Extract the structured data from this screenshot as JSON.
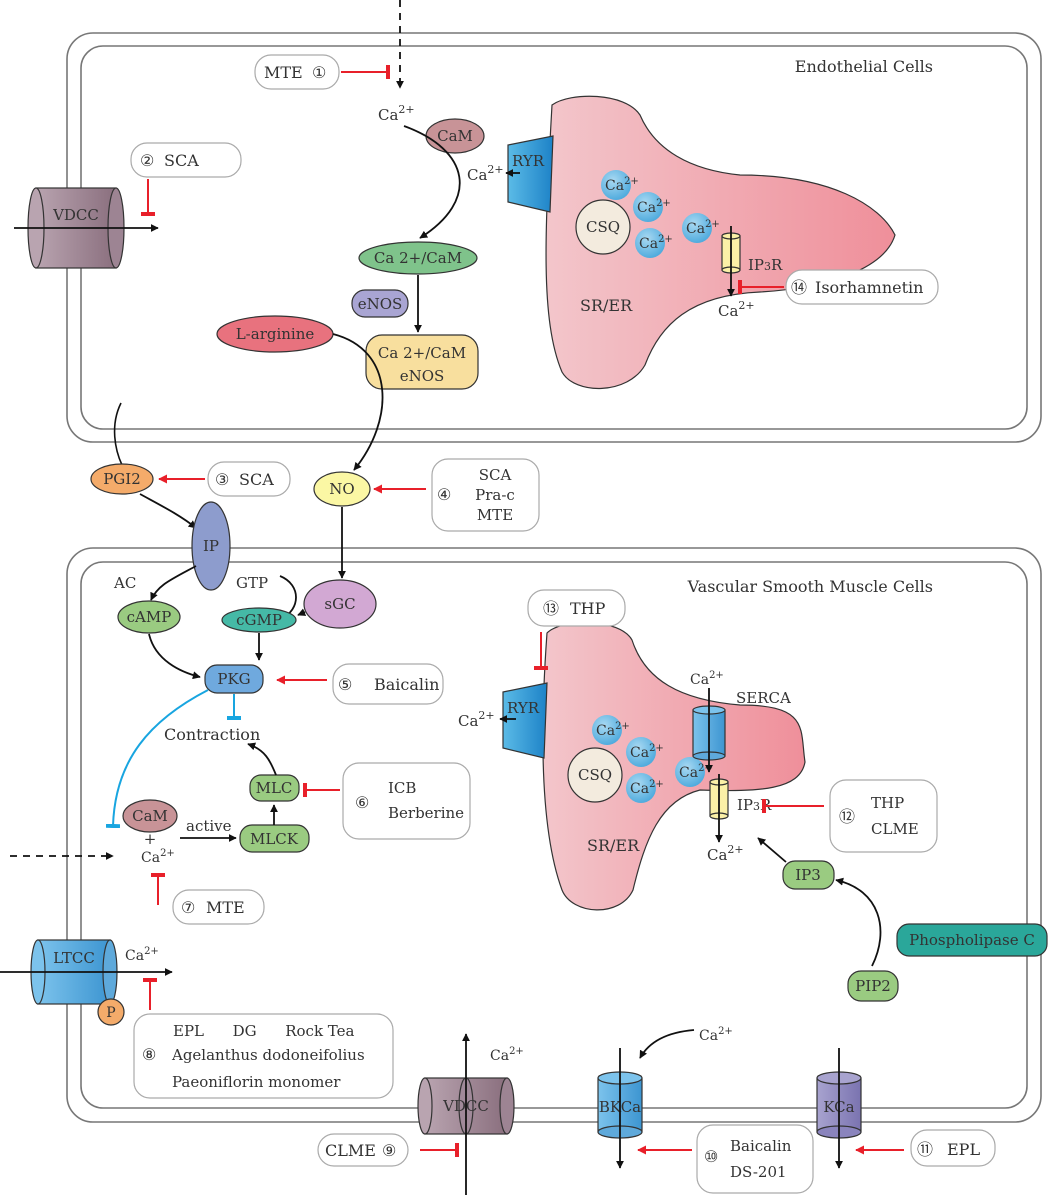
{
  "cells": {
    "endothelial": "Endothelial Cells",
    "smooth_muscle": "Vascular Smooth Muscle Cells"
  },
  "channels": {
    "vdcc_top": "VDCC",
    "ltcc": "LTCC",
    "p": "P",
    "vdcc_bottom": "VDCC",
    "bkca": "BKCa",
    "kca": "KCa",
    "ryr_top": "RYR",
    "ryr_bottom": "RYR",
    "serca": "SERCA"
  },
  "ion": {
    "base": "Ca",
    "charge": "2+"
  },
  "molecules": {
    "cam_top": "CaM",
    "ca_cam": "Ca 2+/CaM",
    "enos": "eNOS",
    "ca_cam_enos_1": "Ca 2+/CaM",
    "ca_cam_enos_2": "eNOS",
    "l_arginine": "L-arginine",
    "csq_top": "CSQ",
    "csq_bottom": "CSQ",
    "sr_er_top": "SR/ER",
    "sr_er_bottom": "SR/ER",
    "ip3r": {
      "main": "IP",
      "sub": "3",
      "end": "R"
    },
    "pgi2": "PGI2",
    "no": "NO",
    "ip": "IP",
    "ac": "AC",
    "gtp": "GTP",
    "camp": "cAMP",
    "cgmp": "cGMP",
    "sgc": "sGC",
    "pkg": "PKG",
    "contraction": "Contraction",
    "mlc": "MLC",
    "mlck": "MLCK",
    "cam_bottom": "CaM",
    "plus": "+",
    "active": "active",
    "ip3": "IP3",
    "phospholipase_c": "Phospholipase C",
    "pip2": "PIP2"
  },
  "drugs": {
    "d1": {
      "num": "①",
      "text": "MTE"
    },
    "d2": {
      "num": "②",
      "text": "SCA"
    },
    "d3": {
      "num": "③",
      "text": "SCA"
    },
    "d4": {
      "num": "④",
      "lines": [
        "SCA",
        "Pra-c",
        "MTE"
      ]
    },
    "d5": {
      "num": "⑤",
      "text": "Baicalin"
    },
    "d6": {
      "num": "⑥",
      "lines": [
        "ICB",
        "Berberine"
      ]
    },
    "d7": {
      "num": "⑦",
      "text": "MTE"
    },
    "d8": {
      "num": "⑧",
      "lines": [
        "EPL      DG      Rock Tea",
        "Agelanthus dodoneifolius",
        "Paeoniflorin monomer"
      ]
    },
    "d9": {
      "num": "⑨",
      "text": "CLME"
    },
    "d10": {
      "num": "⑩",
      "lines": [
        "Baicalin",
        "DS-201"
      ]
    },
    "d11": {
      "num": "⑪",
      "text": "EPL"
    },
    "d12": {
      "num": "⑫",
      "lines": [
        "THP",
        "CLME"
      ]
    },
    "d13": {
      "num": "⑬",
      "text": "THP"
    },
    "d14": {
      "num": "⑭",
      "text": "Isorhamnetin"
    }
  }
}
